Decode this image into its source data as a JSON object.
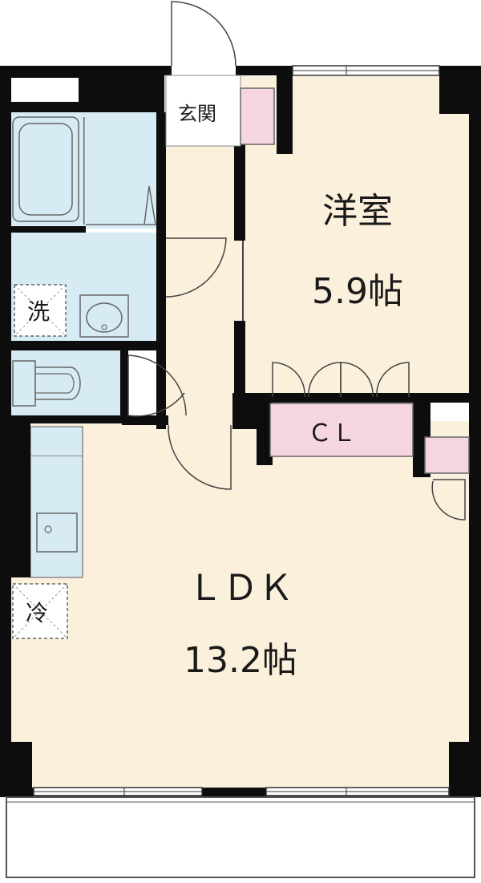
{
  "rooms": {
    "western": {
      "name": "洋室",
      "size": "5.9帖"
    },
    "ldk": {
      "name": "ＬＤＫ",
      "size": "13.2帖"
    }
  },
  "labels": {
    "entrance": "玄関",
    "closet": "ＣＬ",
    "washer": "洗",
    "fridge": "冷"
  },
  "colors": {
    "floor": "#faf0dc",
    "wet_area": "#d6ebf3",
    "storage": "#f5d5df",
    "wall": "#0d0d0d"
  }
}
